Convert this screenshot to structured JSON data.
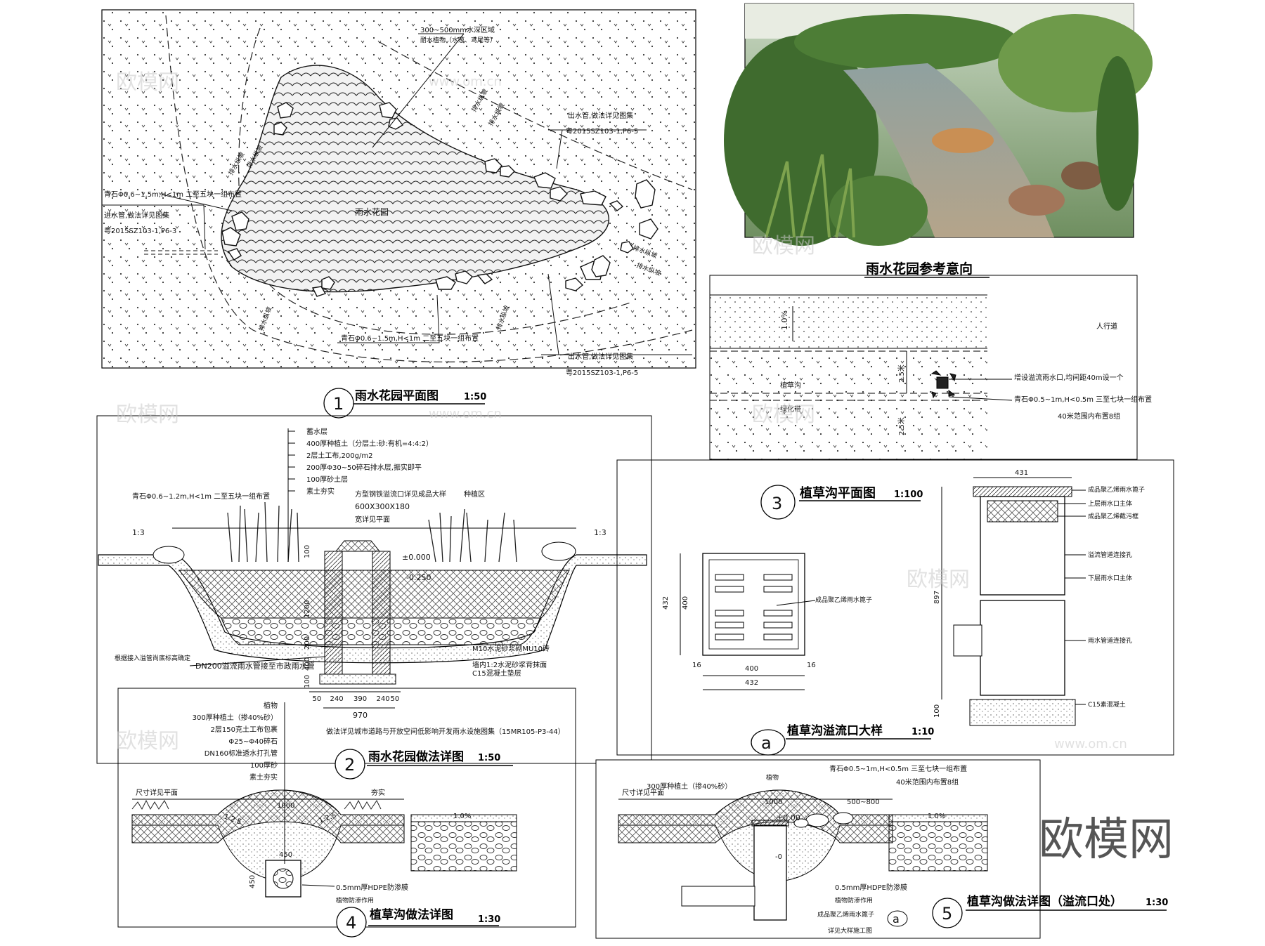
{
  "watermark": {
    "brand": "欧模网",
    "site": "www.om.cn"
  },
  "photo": {
    "caption": "雨水花园参考意向"
  },
  "plan1": {
    "number": "1",
    "title": "雨水花园平面图",
    "scale": "1:50",
    "center_label": "雨水花园",
    "labels": {
      "wet_plants": "300~500mm水深区域",
      "wet_plants_note": "耐水植物（水葱、鸢尾等）",
      "outlet_a": "出水管,做法详见图集",
      "outlet_a_ref": "粤2015SZ103-1,P6-5",
      "stone_a": "青石Φ0.6~1.5m,H<1m  二至五块一组布置",
      "inlet": "进水管,做法详见图集",
      "inlet_ref": "粤2015SZ103-1,P6-3",
      "stone_b": "青石Φ0.6~1.5m,H<1m  二至五块一组布置",
      "outlet_b": "出水管,做法详见图集",
      "outlet_b_ref": "粤2015SZ103-1,P6-5",
      "drain": "排水纵坡"
    }
  },
  "section2": {
    "number": "2",
    "title": "雨水花园做法详图",
    "scale": "1:50",
    "layers": [
      "蓄水层",
      "400厚种植土（分层土:砂:有机=4:4:2）",
      "2层土工布,200g/m2",
      "200厚Φ30~50碎石排水层,振实即平",
      "100厚砂土层",
      "素土夯实"
    ],
    "stone": "青石Φ0.6~1.2m,H<1m  二至五块一组布置",
    "grate": "方型钢铁溢流口详见成品大样",
    "grate_size": "600X300X180",
    "grate_plan": "宽详见平面",
    "planting": "种植区",
    "slope": "1:3",
    "level_top": "±0.000",
    "level_low": "-0.250",
    "pipe_note": "根据接入溢管尚底标高确定",
    "pipe": "DN200溢流雨水管接至市政雨水管",
    "wall1": "M10水泥砂浆砌MU10砖",
    "wall2": "墙内1:2水泥砂浆背抹面",
    "base": "C15混凝土垫层",
    "dims": [
      "50",
      "240",
      "390",
      "240",
      "50"
    ],
    "dim_total": "970",
    "dim_h": "100",
    "dim_h2": "1200",
    "dim_v": [
      "100",
      "400",
      "200"
    ],
    "ref_note": "做法详见城市道路与开放空间低影响开发雨水设施图集（15MR105-P3-44）"
  },
  "plan3": {
    "number": "3",
    "title": "植草沟平面图",
    "scale": "1:100",
    "slope": "1.0%",
    "road": "人行道",
    "swale": "植草沟",
    "green": "绿化带",
    "overflow": "增设溢流雨水口,均间距40m设一个",
    "stone": "青石Φ0.5~1m,H<0.5m  三至七块一组布置",
    "stone_note": "40米范围内布置8组",
    "dim_a": "2.5米",
    "dim_b": "2.5米"
  },
  "detailA": {
    "letter": "a",
    "title": "植草沟溢流口大样",
    "scale": "1:10",
    "grate_label": "成品聚乙烯雨水篦子",
    "dims_plan": {
      "w_outer": "432",
      "w_inner": "400",
      "h_outer": "432",
      "h_inner": "400",
      "edge": "16"
    },
    "dim_top": "431",
    "dim_h": "897",
    "dim_base": "100",
    "side_labels": [
      "成品聚乙烯雨水篦子",
      "上层雨水口主体",
      "成品聚乙烯截污框",
      "溢流管道连接孔",
      "下层雨水口主体",
      "雨水管道连接孔",
      "C15素混凝土"
    ]
  },
  "section4": {
    "number": "4",
    "title": "植草沟做法详图",
    "scale": "1:30",
    "layers": [
      "植物",
      "300厚种植土（掺40%砂）",
      "2层150克土工布包裹",
      "Φ25~Φ40碎石",
      "DN160标准透水打孔管",
      "100厚砂",
      "素土夯实"
    ],
    "size_ref": "尺寸详见平面",
    "compact": "夯实",
    "width": "1000",
    "slope": "1:2.5",
    "slope2": "1.0%",
    "dim_w": "450",
    "dim_h": "450",
    "hdpe": "0.5mm厚HDPE防渗膜",
    "root": "植物防渗作用"
  },
  "section5": {
    "number": "5",
    "title": "植草沟做法详图（溢流口处）",
    "scale": "1:30",
    "plants": "植物",
    "soil": "300厚种植土（掺40%砂）",
    "stone": "青石Φ0.5~1m,H<0.5m  三至七块一组布置",
    "stone_note": "40米范围内布置8组",
    "size_ref": "尺寸详见平面",
    "width": "1000",
    "width2": "500~800",
    "level": "±0.00",
    "level_low": "-0",
    "slope2": "1.0%",
    "hdpe": "0.5mm厚HDPE防渗膜",
    "root": "植物防渗作用",
    "grate": "成品聚乙烯雨水篦子",
    "letter": "a",
    "install": "详见大样施工图"
  },
  "brand_mark": "欧模网"
}
